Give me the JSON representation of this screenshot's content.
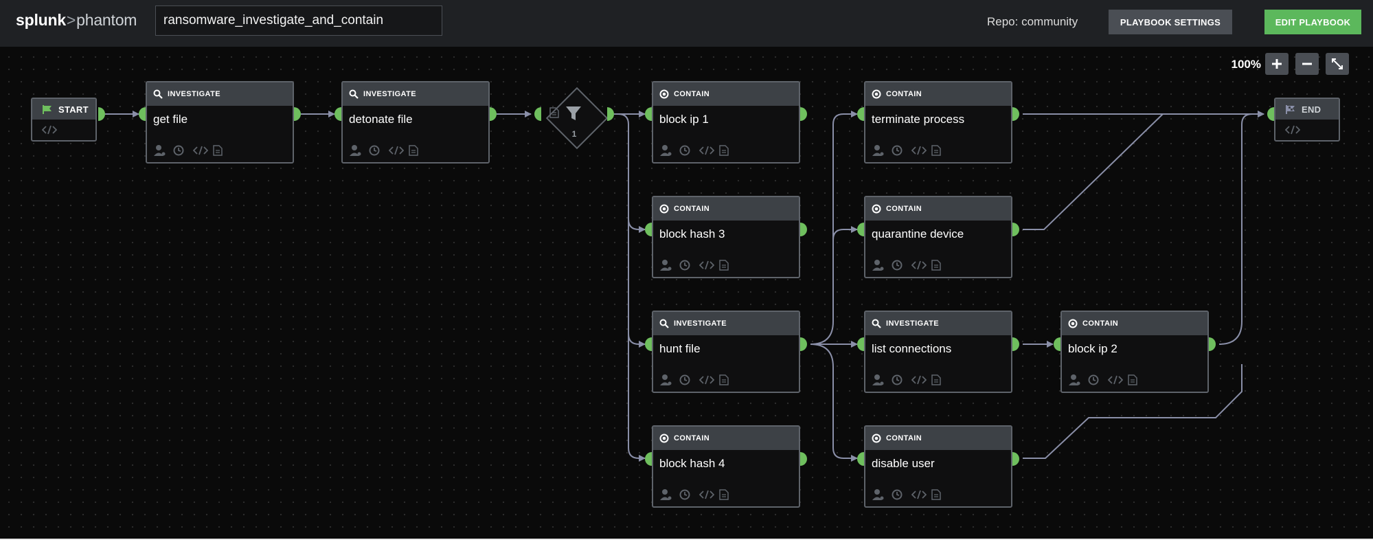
{
  "header": {
    "logo_primary": "splunk",
    "logo_separator": ">",
    "logo_secondary": "phantom",
    "playbook_name": "ransomware_investigate_and_contain",
    "repo": "Repo: community",
    "settings_label": "PLAYBOOK SETTINGS",
    "edit_label": "EDIT PLAYBOOK"
  },
  "zoom": {
    "level": "100%"
  },
  "start": {
    "label": "START"
  },
  "end": {
    "label": "END"
  },
  "decision": {
    "count": "1"
  },
  "nodes": {
    "get_file": {
      "type": "INVESTIGATE",
      "title": "get file"
    },
    "detonate_file": {
      "type": "INVESTIGATE",
      "title": "detonate file"
    },
    "block_ip_1": {
      "type": "CONTAIN",
      "title": "block ip 1"
    },
    "block_hash_3": {
      "type": "CONTAIN",
      "title": "block hash 3"
    },
    "hunt_file": {
      "type": "INVESTIGATE",
      "title": "hunt file"
    },
    "block_hash_4": {
      "type": "CONTAIN",
      "title": "block hash 4"
    },
    "terminate_process": {
      "type": "CONTAIN",
      "title": "terminate process"
    },
    "quarantine_device": {
      "type": "CONTAIN",
      "title": "quarantine device"
    },
    "list_connections": {
      "type": "INVESTIGATE",
      "title": "list connections"
    },
    "disable_user": {
      "type": "CONTAIN",
      "title": "disable user"
    },
    "block_ip_2": {
      "type": "CONTAIN",
      "title": "block ip 2"
    }
  },
  "colors": {
    "port": "#6fbf5e",
    "edit_button": "#5cb85c",
    "node_header": "#3d4146",
    "edge": "#8a8fa8"
  },
  "icons": {
    "investigate": "magnifier-icon",
    "contain": "target-icon",
    "start": "flag-icon",
    "end": "checkered-flag-icon",
    "decision": "funnel-icon"
  }
}
